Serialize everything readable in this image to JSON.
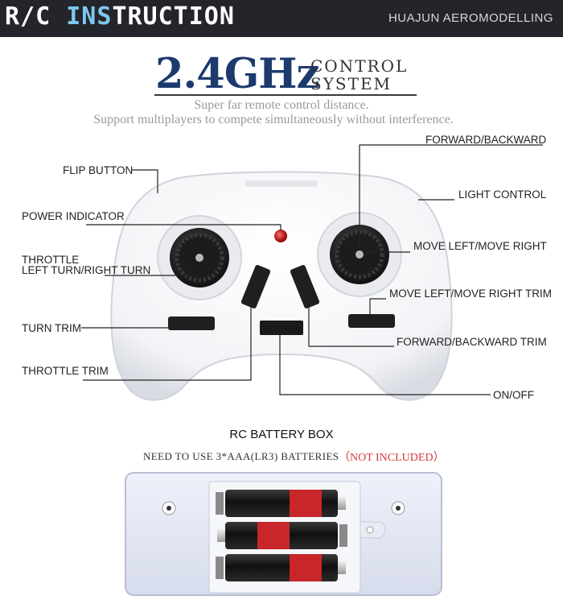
{
  "header": {
    "title_part1": "R/C ",
    "title_part2": "INS",
    "title_part3": "TRUCTION",
    "brand": "HUAJUN AEROMODELLING"
  },
  "headline": {
    "big": "2.4GHz",
    "small_line1": "CONTROL",
    "small_line2": "SYSTEM",
    "sub_line1": "Super far remote control distance.",
    "sub_line2": "Support multiplayers to compete simultaneously without interference."
  },
  "labels": {
    "flip_button": "FLIP BUTTON",
    "power_indicator": "POWER INDICATOR",
    "throttle": "THROTTLE",
    "left_right_turn": "LEFT TURN/RIGHT TURN",
    "turn_trim": "TURN TRIM",
    "throttle_trim": "THROTTLE TRIM",
    "forward_backward": "FORWARD/BACKWARD",
    "light_control": "LIGHT CONTROL",
    "move_left_right": "MOVE LEFT/MOVE RIGHT",
    "move_left_right_trim": "MOVE LEFT/MOVE RIGHT TRIM",
    "forward_backward_trim": "FORWARD/BACKWARD TRIM",
    "on_off": "ON/OFF"
  },
  "battery_box": {
    "title": "RC BATTERY BOX",
    "note": "NEED TO USE 3*AAA(LR3) BATTERIES",
    "note_highlight": "（NOT INCLUDED）"
  },
  "colors": {
    "header_bg": "#23252b",
    "header_accent": "#7ec8f0",
    "headline_blue": "#1d3a6e",
    "warning_red": "#d23a3a"
  }
}
